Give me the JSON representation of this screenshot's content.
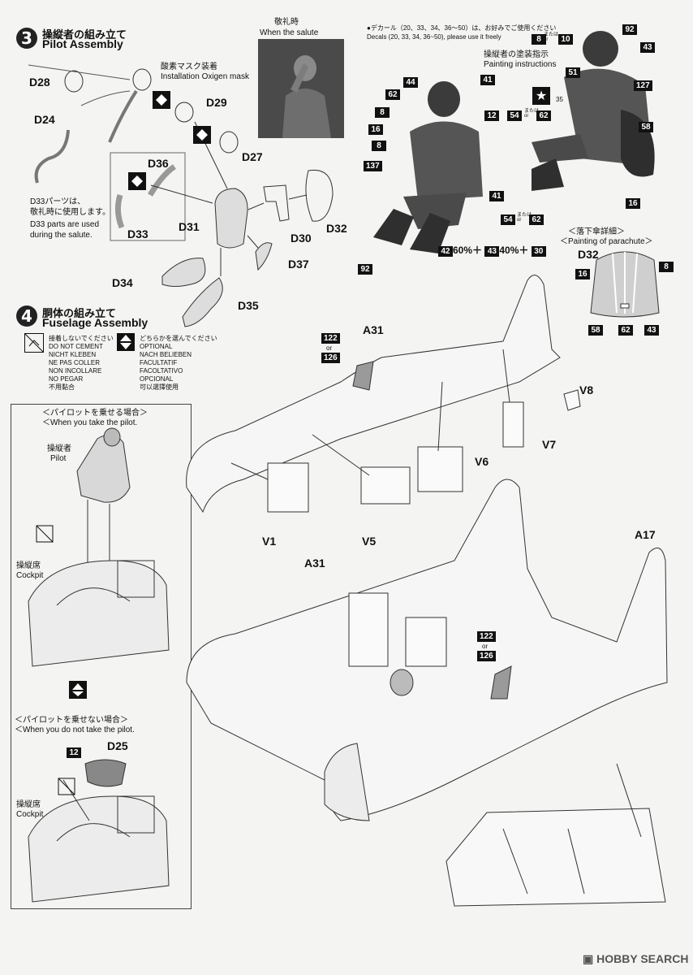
{
  "step3": {
    "number": "3",
    "title_jp": "操縦者の組み立て",
    "title_en": "Pilot Assembly"
  },
  "step4": {
    "number": "4",
    "title_jp": "胴体の組み立て",
    "title_en": "Fuselage Assembly"
  },
  "salute": {
    "jp": "敬礼時",
    "en": "When the salute"
  },
  "oxygen": {
    "jp": "酸素マスク装着",
    "en": "Installation Oxigen mask"
  },
  "d33_note": {
    "jp1": "D33パーツは、",
    "jp2": "敬礼時に使用します。",
    "en1": "D33 parts are used",
    "en2": "during the salute."
  },
  "decal_note": {
    "jp": "●デカール（20、33、34、36〜50）は、お好みでご使用ください",
    "en": "Decals (20, 33, 34, 36~50), please use it freely"
  },
  "painting": {
    "jp": "操縦者の塗装指示",
    "en": "Painting instructions"
  },
  "parachute": {
    "jp": "＜落下傘詳細＞",
    "en": "＜Painting of parachute＞"
  },
  "mix": {
    "a": "42",
    "a_pct": "60%＋",
    "b": "43",
    "b_pct": "40%＋",
    "c": "30"
  },
  "or_text": {
    "jp": "または",
    "en": "or"
  },
  "legend": {
    "no_cement": [
      "接着しないでください",
      "DO NOT CEMENT",
      "NICHT KLEBEN",
      "NE PAS COLLER",
      "NON INCOLLARE",
      "NO PEGAR",
      "不用黏合"
    ],
    "optional": [
      "どちらかを選んでください",
      "OPTIONAL",
      "NACH BELIEBEN",
      "FACULTATIF",
      "FACOLTATIVO",
      "OPCIONAL",
      "可以選擇使用"
    ]
  },
  "with_pilot": {
    "jp": "＜パイロットを乗せる場合＞",
    "en": "＜When you take the pilot.",
    "pilot_jp": "操縦者",
    "pilot_en": "Pilot",
    "cockpit_jp": "操縦席",
    "cockpit_en": "Cockpit"
  },
  "without_pilot": {
    "jp": "＜パイロットを乗せない場合＞",
    "en": "＜When you do not take the pilot.",
    "cockpit_jp": "操縦席",
    "cockpit_en": "Cockpit"
  },
  "parts": {
    "d28": "D28",
    "d24": "D24",
    "d29": "D29",
    "d27": "D27",
    "d36": "D36",
    "d33": "D33",
    "d31": "D31",
    "d30": "D30",
    "d32": "D32",
    "d34": "D34",
    "d35": "D35",
    "d37": "D37",
    "d25": "D25",
    "d32b": "D32",
    "a31a": "A31",
    "a31b": "A31",
    "a17": "A17",
    "v1": "V1",
    "v5": "V5",
    "v6": "V6",
    "v7": "V7",
    "v8": "V8"
  },
  "colors": {
    "c44": "44",
    "c41": "41",
    "c62": "62",
    "c12": "12",
    "c8a": "8",
    "c16a": "16",
    "c8b": "8",
    "c137": "137",
    "c41b": "41",
    "c92a": "92",
    "c8c": "8",
    "c10": "10",
    "c92b": "92",
    "c43a": "43",
    "c51": "51",
    "c127": "127",
    "c35": "35",
    "c54a": "54",
    "c62b": "62",
    "c58a": "58",
    "c16b": "16",
    "c54b": "54",
    "c62c": "62",
    "p8": "8",
    "p16": "16",
    "p58": "58",
    "p62": "62",
    "p43": "43",
    "f122a": "122",
    "f126a": "126",
    "f122b": "122",
    "f126b": "126",
    "c12b": "12"
  },
  "watermark": "HOBBY SEARCH"
}
